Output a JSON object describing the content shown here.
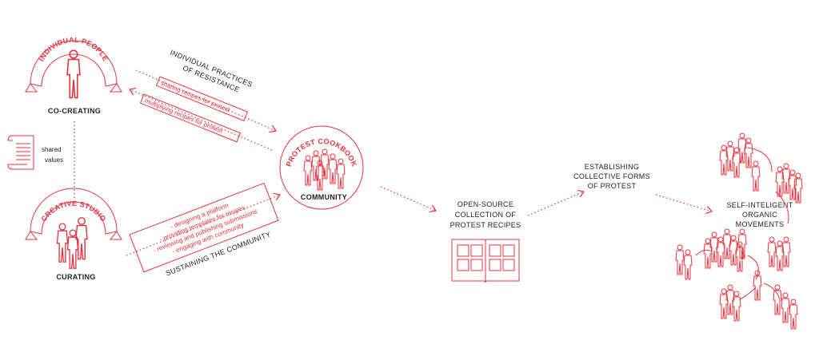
{
  "individual": {
    "banner": "INDIVIDUAL PEOPLE",
    "label": "CO-CREATING"
  },
  "shared": {
    "line1": "shared",
    "line2": "values"
  },
  "studio": {
    "banner": "CREATIVE STUDIO",
    "label": "CURATING"
  },
  "practices": {
    "title1": "INDIVIDUAL PRACTICES",
    "title2": "OF RESISTANCE",
    "box1": "sharing recipes for protest",
    "box2": "multiplying recipes for protest"
  },
  "sustaining": {
    "title": "SUSTAINING THE COMMUNITY",
    "items": [
      "- designing a platform",
      "- providing templates for recipes",
      "- reviewing and publishing submissions",
      "- engaging with community"
    ]
  },
  "cookbook": {
    "banner": "PROTEST COOKBOOK",
    "label": "COMMUNITY"
  },
  "collection": {
    "lines": [
      "OPEN-SOURCE",
      "COLLECTION OF",
      "PROTEST RECIPES"
    ]
  },
  "establishing": {
    "lines": [
      "ESTABLISHING",
      "COLLECTIVE FORMS",
      "OF PROTEST"
    ]
  },
  "movements": {
    "lines": [
      "SELF-INTELIGENT",
      "ORGANIC",
      "MOVEMENTS"
    ]
  },
  "colors": {
    "accent": "#e6323e",
    "text": "#222222"
  }
}
